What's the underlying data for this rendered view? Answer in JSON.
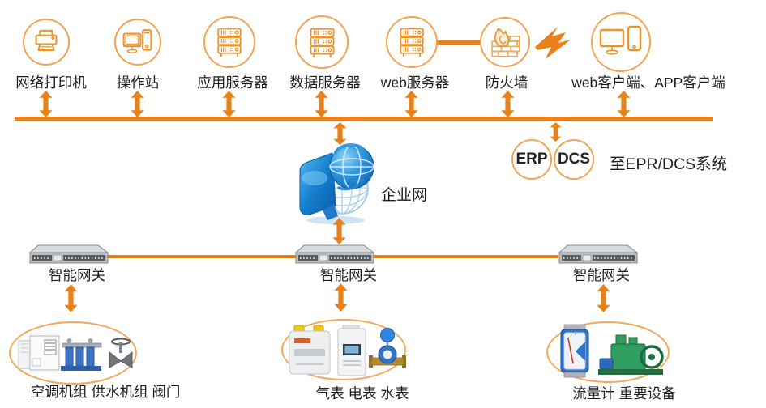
{
  "colors": {
    "accent": "#E8811A",
    "icon_stroke": "#E8952F",
    "circle_stroke": "#F1A454",
    "text": "#1C1C1C",
    "gateway_gray": "#B9BEC3",
    "globe_blue": "#1173C4",
    "equipment_green": "#2F9E60",
    "meter_yellow": "#EFC61F"
  },
  "top_nodes": [
    {
      "label": "网络打印机",
      "icon": "printer-icon"
    },
    {
      "label": "操作站",
      "icon": "workstation-icon"
    },
    {
      "label": "应用服务器",
      "icon": "server-rack-icon"
    },
    {
      "label": "数据服务器",
      "icon": "server-rack-icon"
    },
    {
      "label": "web服务器",
      "icon": "server-rack-icon"
    },
    {
      "label": "防火墙",
      "icon": "firewall-icon"
    },
    {
      "label": "web客户端、APP客户端",
      "icon": "client-devices-icon"
    }
  ],
  "enterprise_network": {
    "label": "企业网",
    "icon": "globe-network-icon"
  },
  "external_systems": {
    "erp_label": "ERP",
    "dcs_label": "DCS",
    "caption": "至EPR/DCS系统"
  },
  "gateways": [
    {
      "label": "智能网关"
    },
    {
      "label": "智能网关"
    },
    {
      "label": "智能网关"
    }
  ],
  "field_groups": [
    {
      "label": "空调机组 供水机组 阀门",
      "icons": [
        "air-handler-icon",
        "pump-skid-icon",
        "valve-icon"
      ]
    },
    {
      "label": "气表 电表 水表",
      "icons": [
        "gas-meter-icon",
        "electric-meter-icon",
        "water-meter-icon"
      ]
    },
    {
      "label": "流量计 重要设备",
      "icons": [
        "flow-meter-icon",
        "compressor-icon"
      ]
    }
  ]
}
